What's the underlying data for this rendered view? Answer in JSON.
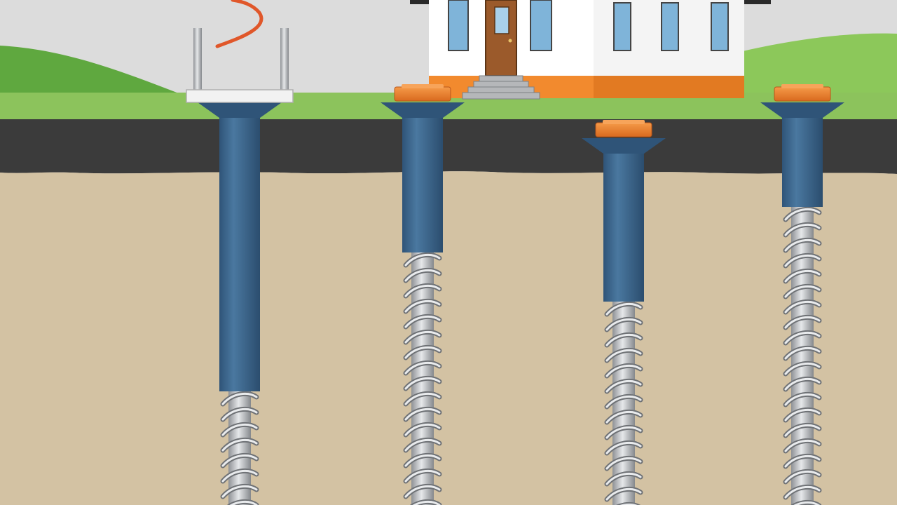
{
  "scene": {
    "description_items": [
      "sky",
      "hills",
      "grass",
      "asphalt",
      "soil",
      "house",
      "screw-piles"
    ]
  },
  "colors": {
    "sky": "#dcdcdc",
    "hill_dark": "#5fa83f",
    "hill_light": "#8cc85a",
    "grass": "#8cc35c",
    "asphalt": "#3b3b3b",
    "soil": "#d3c2a3",
    "shaft": "#3f6b91",
    "shaft_dark": "#2c4e6d",
    "cap_orange": "#ee7f2d",
    "steel": "#c7c9cb",
    "steel_dark": "#7d8084",
    "house_wall": "#ffffff",
    "house_trim": "#f28a2e",
    "house_window": "#7fb4d9",
    "door": "#9b5a2b",
    "wire": "#e0572a"
  },
  "piles": [
    {
      "id": "pile-1",
      "cap": "bracket-plate"
    },
    {
      "id": "pile-2",
      "cap": "orange-cap"
    },
    {
      "id": "pile-3",
      "cap": "orange-cap"
    },
    {
      "id": "pile-4",
      "cap": "orange-cap"
    }
  ]
}
